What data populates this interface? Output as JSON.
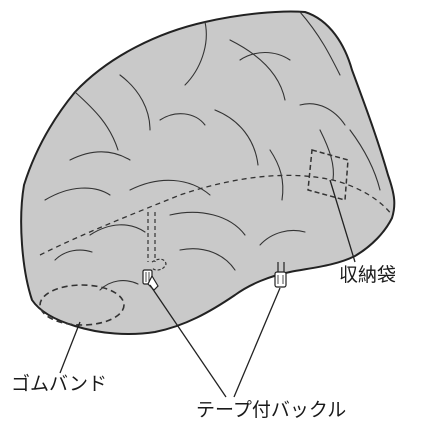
{
  "figure": {
    "labels": {
      "storage_bag": "収納袋",
      "rubber_band": "ゴムバンド",
      "tape_buckle": "テープ付バックル"
    },
    "colors": {
      "cover_fill": "#c9c9c9",
      "outline": "#222222",
      "crease": "#333333",
      "hidden_line": "#333333"
    }
  }
}
